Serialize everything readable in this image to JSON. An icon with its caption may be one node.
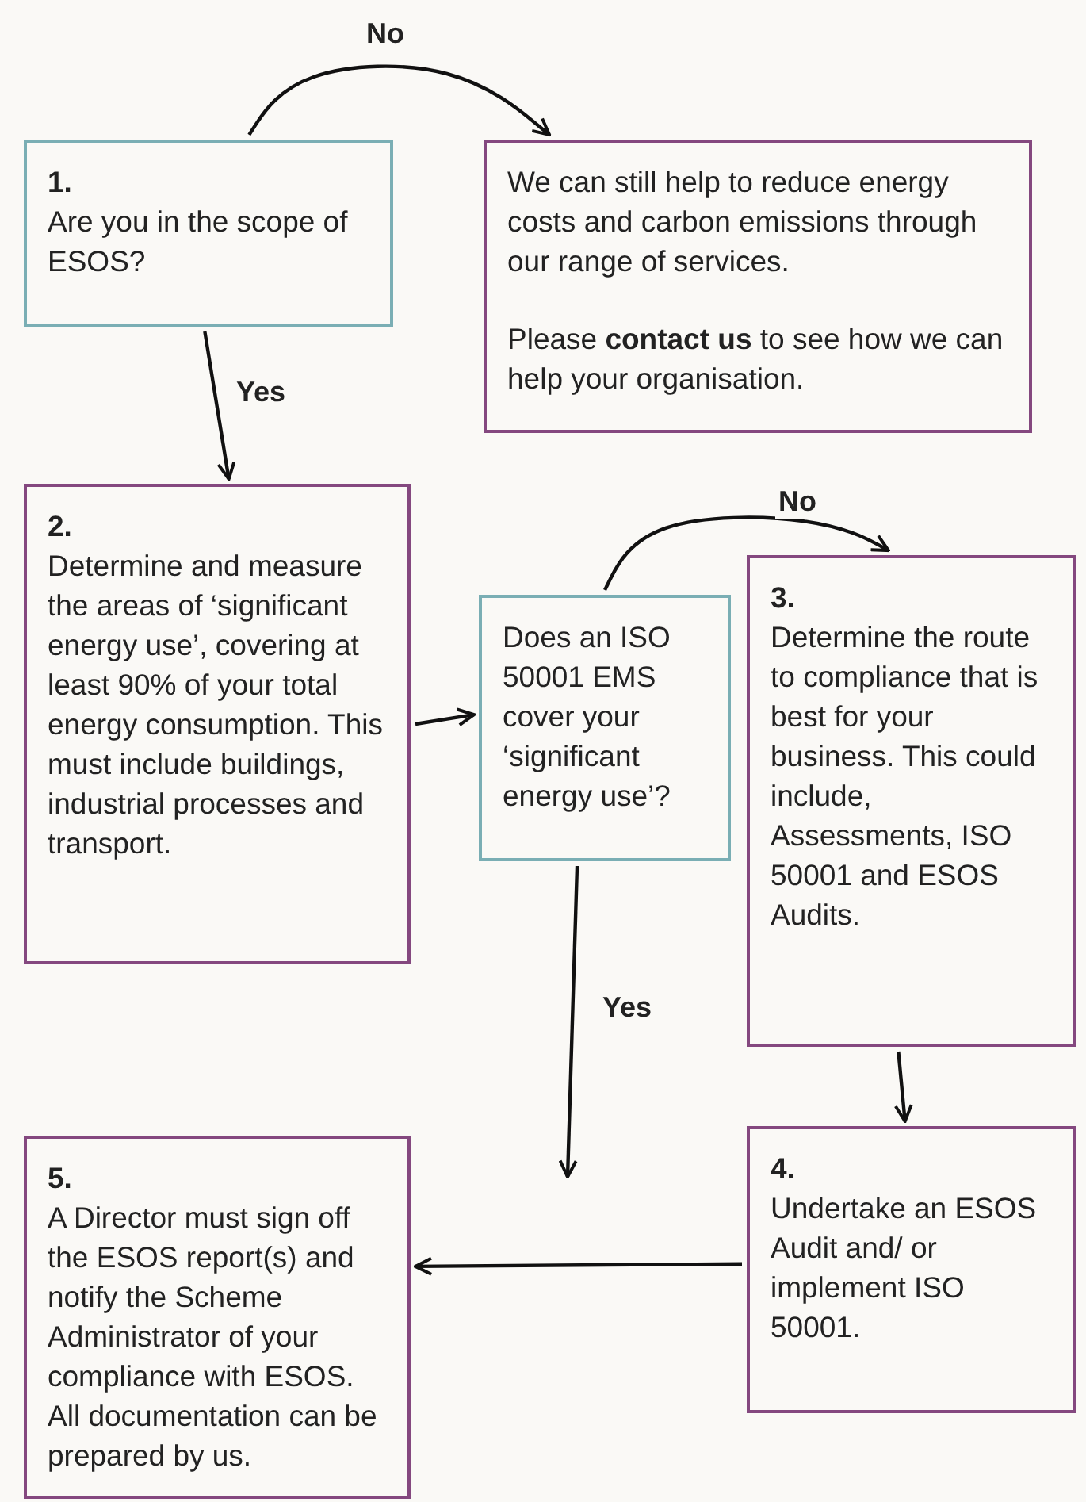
{
  "diagram": {
    "nodes": [
      {
        "text": [
          "1.",
          "Are you in the scope of ESOS?"
        ]
      },
      {
        "text": [
          "We can still help to reduce energy costs and carbon emissions through our range of services.",
          "Please **contact us** to see how we can help your organisation."
        ]
      },
      {
        "text": [
          "2.",
          "Determine and measure the areas of ‘significant energy use’, covering at least 90% of your total energy consumption. This must include buildings, industrial processes and transport."
        ]
      },
      {
        "text": [
          "Does an ISO 50001 EMS cover your ‘significant energy use’?"
        ]
      },
      {
        "text": [
          "3.",
          "Determine the route to compliance that is best for your business. This could include, Assessments, ISO 50001 and ESOS Audits."
        ]
      },
      {
        "text": [
          "5.",
          "A Director must sign off the ESOS report(s) and notify the Scheme Administrator of your compliance with ESOS. All documentation can be prepared by us."
        ]
      },
      {
        "text": [
          "4.",
          "Undertake an ESOS Audit and/ or implement ISO 50001."
        ]
      }
    ],
    "edges": [
      {
        "from": 0,
        "to": 1,
        "arrow": "to",
        "label": "No"
      },
      {
        "from": 0,
        "to": 2,
        "arrow": "to",
        "label": "Yes"
      },
      {
        "from": 2,
        "to": 3,
        "arrow": "to"
      },
      {
        "from": 3,
        "to": 4,
        "arrow": "to",
        "label": "No"
      },
      {
        "from": 3,
        "to": null,
        "arrow": "to",
        "label": "Yes"
      },
      {
        "from": 4,
        "to": 6,
        "arrow": "to"
      },
      {
        "from": 6,
        "to": 5,
        "arrow": "to"
      }
    ]
  }
}
